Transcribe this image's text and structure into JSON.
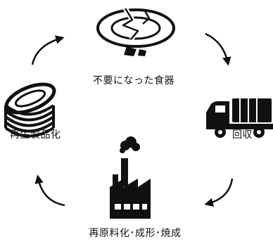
{
  "steps": {
    "waste": "不要になった食器",
    "collect": "回収",
    "process": "再原料化･成形･焼成",
    "recycled": "再生製品化"
  },
  "icons": {
    "waste": "broken-plate-icon",
    "collect": "truck-icon",
    "process": "factory-icon",
    "recycled": "stacked-plates-icon"
  },
  "colors": {
    "ink": "#111111",
    "background": "#ffffff"
  }
}
